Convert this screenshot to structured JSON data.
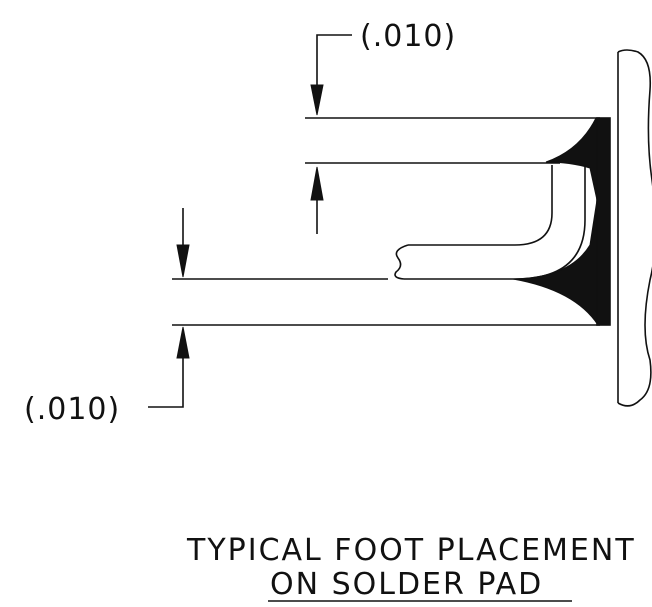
{
  "dimensions": {
    "top_clearance": "(.010)",
    "bottom_clearance": "(.010)"
  },
  "caption": {
    "line1": "TYPICAL FOOT PLACEMENT",
    "line2": "ON SOLDER PAD"
  }
}
